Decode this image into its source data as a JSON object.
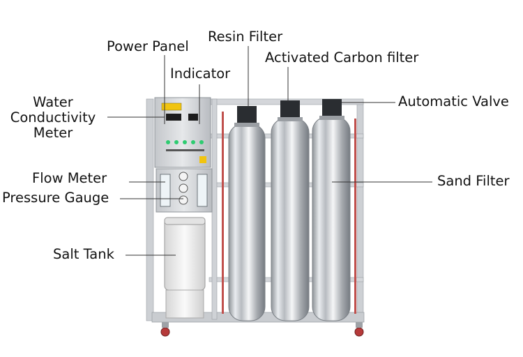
{
  "labels": {
    "power_panel": "Power Panel",
    "resin_filter": "Resin Filter",
    "activated_carbon_filter": "Activated Carbon filter",
    "indicator": "Indicator",
    "water_conductivity_meter": [
      "Water",
      "Conductivity",
      "Meter"
    ],
    "automatic_valve": "Automatic Valve",
    "flow_meter": "Flow Meter",
    "pressure_gauge": "Pressure Gauge",
    "sand_filter": "Sand Filter",
    "salt_tank": "Salt Tank"
  },
  "colors": {
    "text": "#111111",
    "leader_line": "#333333",
    "stainless": "#c9ccd0",
    "frame": "#d6d8db",
    "caster": "#b63a3a",
    "valve_head": "#2a2d31",
    "indicator_light": "#2ecc71"
  }
}
